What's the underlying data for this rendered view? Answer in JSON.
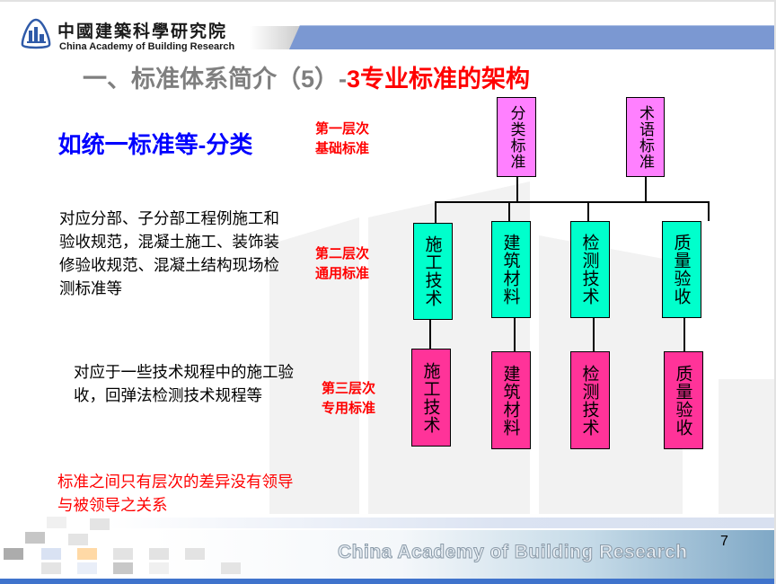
{
  "header": {
    "org_name_cn": "中國建築科學研究院",
    "org_name_en": "China Academy of Building Research",
    "logo_icon": "cabr-logo-icon"
  },
  "title": {
    "gray_part": "一、标准体系简介（5）-",
    "red_part": "3专业标准的架构"
  },
  "left": {
    "subhead": "如统一标准等-分类",
    "paragraph1": "对应分部、子分部工程例施工和验收规范，混凝土施工、装饰装修验收规范、混凝土结构现场检测标准等",
    "paragraph2": "对应于一些技术规程中的施工验收，回弹法检测技术规程等",
    "note": "标准之间只有层次的差异没有领导与被领导之关系"
  },
  "levels": [
    {
      "line1": "第一层次",
      "line2": "基础标准"
    },
    {
      "line1": "第二层次",
      "line2": "通用标准"
    },
    {
      "line1": "第三层次",
      "line2": "专用标准"
    }
  ],
  "diagram": {
    "level1": [
      "分类标准",
      "术语标准"
    ],
    "level2": [
      "施工技术",
      "建筑材料",
      "检测技术",
      "质量验收"
    ],
    "level3": [
      "施工技术",
      "建筑材料",
      "检测技术",
      "质量验收"
    ],
    "colors": {
      "level1": "#ff80ff",
      "level2": "#00ffcc",
      "level3": "#ff3399",
      "level_label": "#ff0000",
      "subhead": "#0000ff",
      "header_band": "#7b98d2",
      "footer_bar": "#3f73cc"
    }
  },
  "footer": {
    "org_name_en": "China Academy of Building Research",
    "page_number": "7"
  }
}
